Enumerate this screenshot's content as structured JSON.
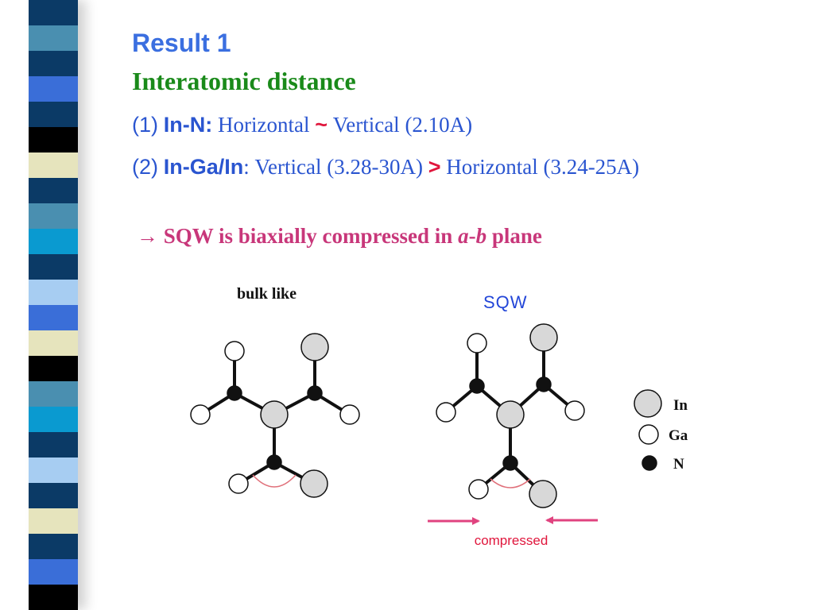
{
  "slide": {
    "title": "Result 1",
    "subtitle": "Interatomic distance",
    "line1": {
      "num": "(1)",
      "bond": "In-N:",
      "a": "Horizontal",
      "sym": "~",
      "b": "Vertical (2.10A)"
    },
    "line2": {
      "num": "(2)",
      "bond": "In-Ga/In",
      "colon": ":",
      "a": "Vertical (3.28-30A)",
      "sym": ">",
      "b": "Horizontal (3.24-25A)"
    },
    "conclusion": {
      "arrow": "→",
      "text": "SQW is biaxially compressed in",
      "ab_a": "a",
      "ab_dash": "-",
      "ab_b": "b",
      "tail": "plane"
    }
  },
  "diagram": {
    "bulk_label": "bulk like",
    "sqw_label": "SQW",
    "compressed_label": "compressed",
    "legend": {
      "in": "In",
      "ga": "Ga",
      "n": "N"
    },
    "colors": {
      "in_fill": "#d8d8d8",
      "ga_fill": "#ffffff",
      "n_fill": "#111111",
      "angle_arc": "#e0707a",
      "compress_arrow": "#e0437f",
      "sqw_label": "#2346d8",
      "compressed_label": "#e0163c"
    }
  },
  "stripe_colors": [
    "#0b3a66",
    "#4a8fb0",
    "#0b3a66",
    "#3a6ed8",
    "#0b3a66",
    "#000000",
    "#e6e4bd",
    "#0b3a66",
    "#4a8fb0",
    "#0a9ad0",
    "#0b3a66",
    "#a7cdf2",
    "#3a6ed8",
    "#e6e4bd",
    "#000000",
    "#4a8fb0",
    "#0a9ad0",
    "#0b3a66",
    "#a7cdf2",
    "#0b3a66",
    "#e6e4bd",
    "#0b3a66",
    "#3a6ed8",
    "#000000"
  ]
}
